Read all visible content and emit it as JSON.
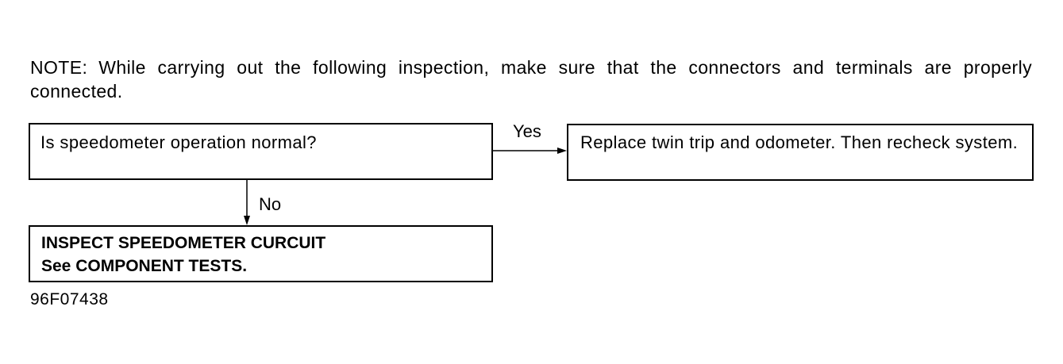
{
  "note": {
    "lead": "NOTE:",
    "text": "While carrying out the following inspection, make sure that the connectors and terminals are properly connected."
  },
  "flowchart": {
    "question": "Is speedometer operation normal?",
    "yes_label": "Yes",
    "yes_action": "Replace twin trip and odometer. Then recheck system.",
    "no_label": "No",
    "no_action_line1": "INSPECT SPEEDOMETER CURCUIT",
    "no_action_line2": "See COMPONENT TESTS."
  },
  "figure_code": "96F07438"
}
